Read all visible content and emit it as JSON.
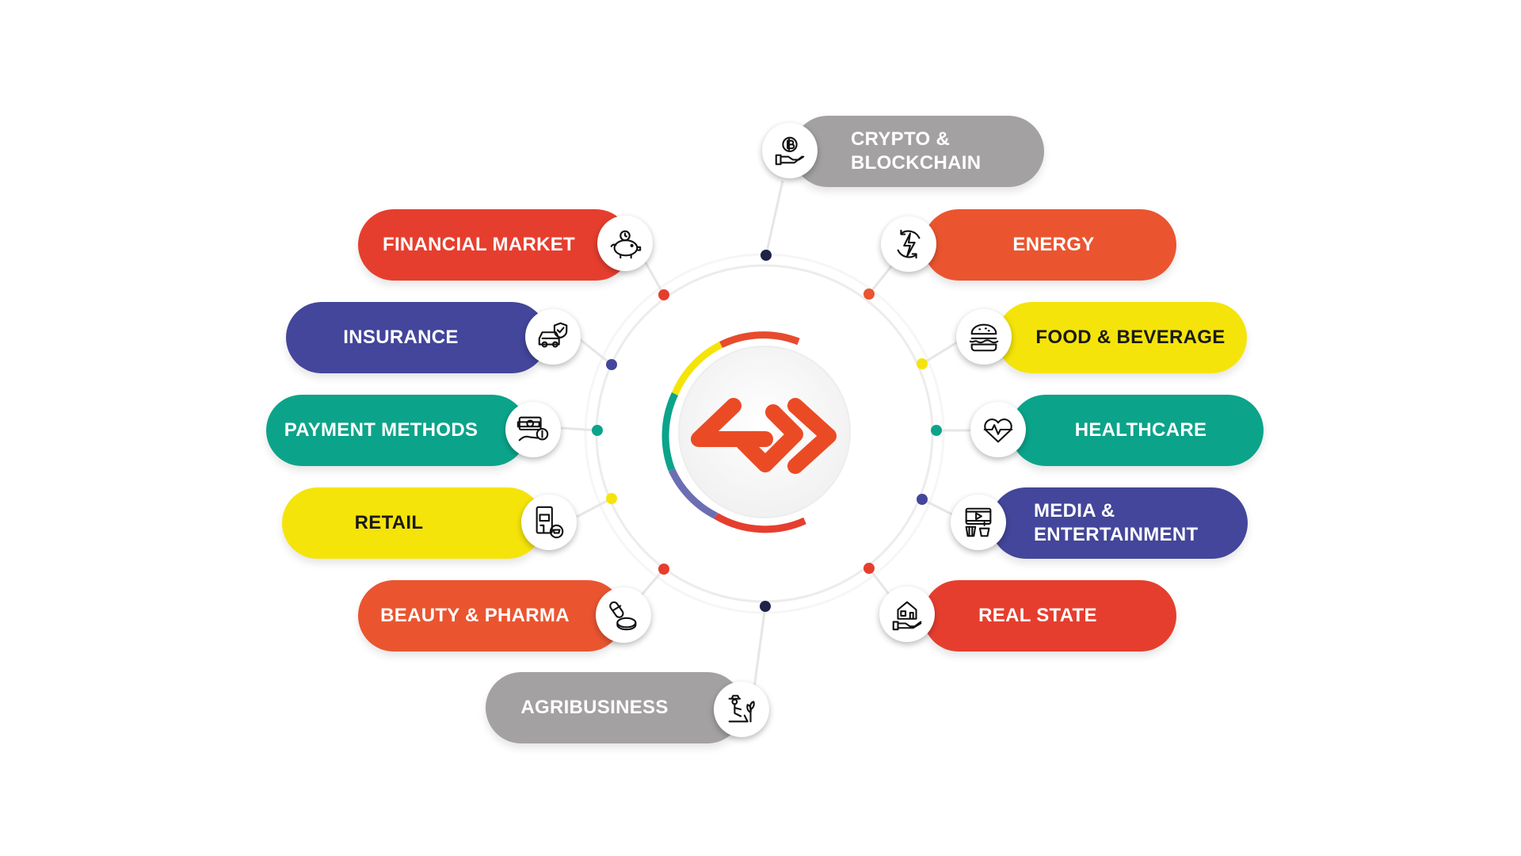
{
  "colors": {
    "red": "#E63E2E",
    "orange": "#EA5530",
    "navy": "#43469A",
    "teal": "#0BA48A",
    "yellow": "#F5E40A",
    "gray": "#A3A1A2",
    "dark_dot": "#1F2347"
  },
  "segments": [
    {
      "id": "financial-market",
      "label": "FINANCIAL MARKET",
      "icon": "piggy-bank-icon",
      "color": "#E63E2E",
      "text_color": "#ffffff"
    },
    {
      "id": "insurance",
      "label": "INSURANCE",
      "icon": "car-insurance-icon",
      "color": "#43469A",
      "text_color": "#ffffff"
    },
    {
      "id": "payment-methods",
      "label": "PAYMENT METHODS",
      "icon": "cash-payment-icon",
      "color": "#0BA48A",
      "text_color": "#ffffff"
    },
    {
      "id": "retail",
      "label": "RETAIL",
      "icon": "store-cart-icon",
      "color": "#F5E40A",
      "text_color": "#1a1a1a"
    },
    {
      "id": "beauty-pharma",
      "label": "BEAUTY & PHARMA",
      "icon": "pills-icon",
      "color": "#EA5530",
      "text_color": "#ffffff"
    },
    {
      "id": "agribusiness",
      "label": "AGRIBUSINESS",
      "icon": "farmer-plant-icon",
      "color": "#A3A1A2",
      "text_color": "#ffffff"
    },
    {
      "id": "crypto-blockchain",
      "label": "CRYPTO &\nBLOCKCHAIN",
      "icon": "crypto-coin-hand-icon",
      "color": "#A3A1A2",
      "text_color": "#ffffff"
    },
    {
      "id": "energy",
      "label": "ENERGY",
      "icon": "energy-bolt-icon",
      "color": "#EA5530",
      "text_color": "#ffffff"
    },
    {
      "id": "food-beverage",
      "label": "FOOD & BEVERAGE",
      "icon": "burger-icon",
      "color": "#F5E40A",
      "text_color": "#1a1a1a"
    },
    {
      "id": "healthcare",
      "label": "HEALTHCARE",
      "icon": "heartbeat-icon",
      "color": "#0BA48A",
      "text_color": "#ffffff"
    },
    {
      "id": "media-entertainment",
      "label": "MEDIA &\nENTERTAINMENT",
      "icon": "media-popcorn-icon",
      "color": "#43469A",
      "text_color": "#ffffff"
    },
    {
      "id": "real-state",
      "label": "REAL STATE",
      "icon": "house-hand-icon",
      "color": "#E63E2E",
      "text_color": "#ffffff"
    }
  ]
}
